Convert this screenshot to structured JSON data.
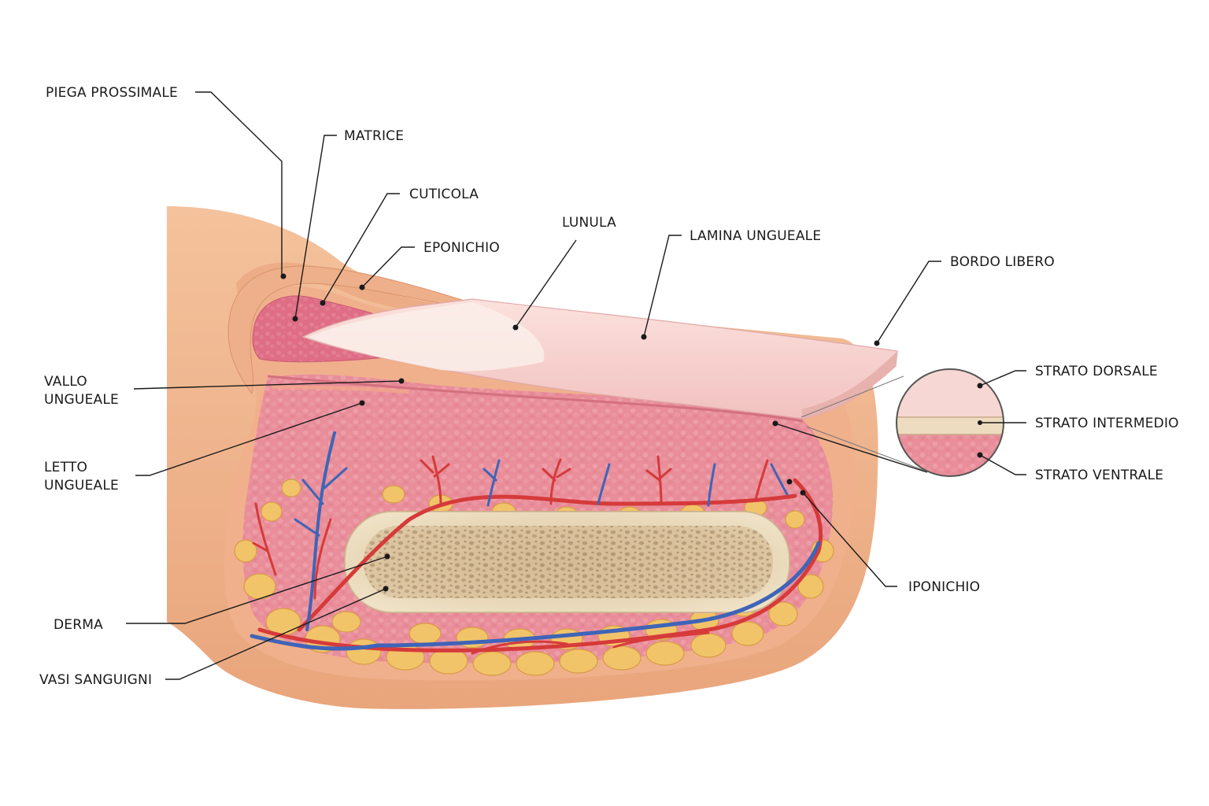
{
  "labels": {
    "piega_prossimale": "PIEGA PROSSIMALE",
    "matrice": "MATRICE",
    "cuticola": "CUTICOLA",
    "eponichio": "EPONICHIO",
    "lunula": "LUNULA",
    "lamina_ungueale": "LAMINA UNGUEALE",
    "bordo_libero": "BORDO LIBERO",
    "vallo_ungueale": [
      "VALLO",
      "UNGUEALE"
    ],
    "letto_ungueale": [
      "LETTO",
      "UNGUEALE"
    ],
    "strato_dorsale": "STRATO DORSALE",
    "strato_intermedio": "STRATO INTERMEDIO",
    "strato_ventrale": "STRATO VENTRALE",
    "iponichio": "IPONICHIO",
    "derma": "DERMA",
    "vasi_sanguigni": "VASI SANGUIGNI"
  },
  "colors": {
    "skin": "#f2b98f",
    "skin_dark": "#e39d72",
    "nail_bed": "#e88a96",
    "matrix": "#df6f86",
    "nail_plate": "#f7d3d0",
    "lunula": "#faeae6",
    "bone": "#e8d6b4",
    "bone_spongy": "#b89a72",
    "fat": "#f1c46a",
    "artery": "#d63a3a",
    "vein": "#3f64b8"
  }
}
